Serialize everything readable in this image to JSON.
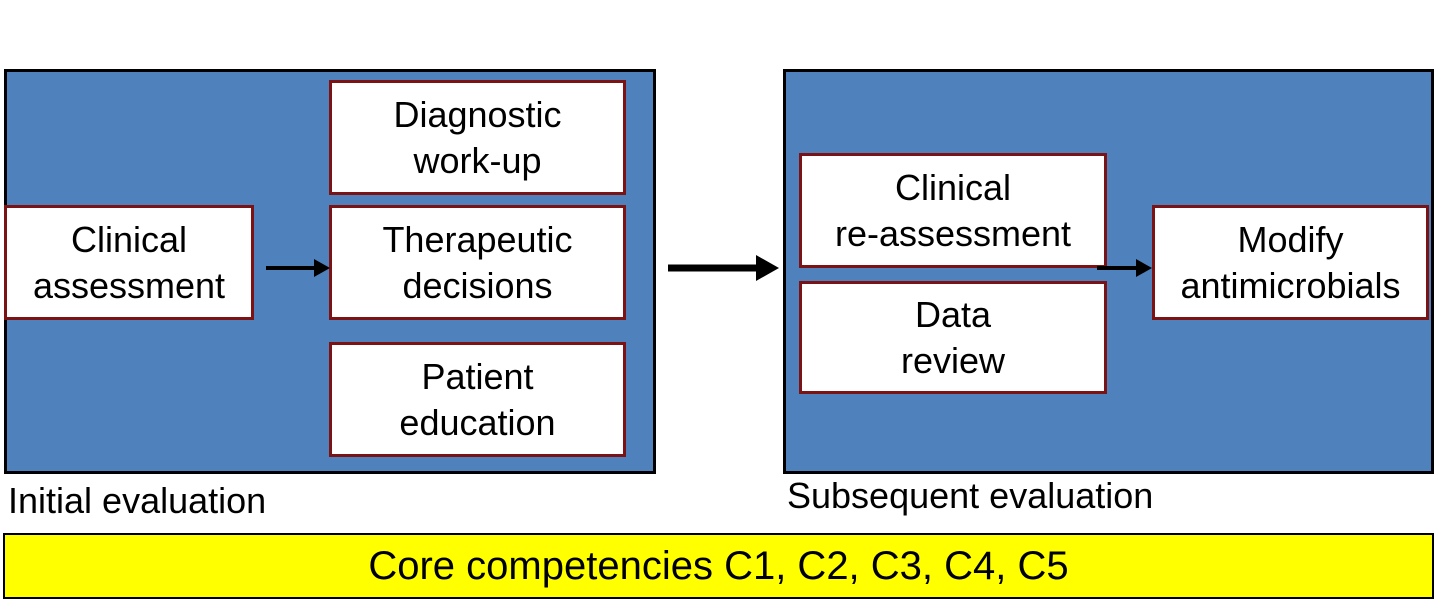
{
  "panels": {
    "initial": {
      "caption": "Initial evaluation",
      "boxes": {
        "clinical_assessment": [
          "Clinical",
          "assessment"
        ],
        "diagnostic_workup": [
          "Diagnostic",
          "work-up"
        ],
        "therapeutic_decisions": [
          "Therapeutic",
          "decisions"
        ],
        "patient_education": [
          "Patient",
          "education"
        ]
      }
    },
    "subsequent": {
      "caption": "Subsequent evaluation",
      "boxes": {
        "clinical_reassessment": [
          "Clinical",
          "re-assessment"
        ],
        "data_review": [
          "Data",
          "review"
        ],
        "modify_antimicrobials": [
          "Modify",
          "antimicrobials"
        ]
      }
    }
  },
  "core_competencies": "Core competencies C1, C2, C3, C4, C5",
  "colors": {
    "panel_fill": "#4f81bd",
    "box_border": "#7b1315",
    "core_bar_fill": "#ffff00"
  }
}
